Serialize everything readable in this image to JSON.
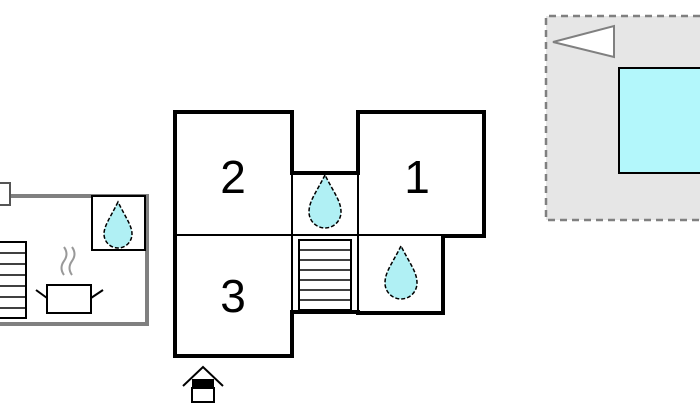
{
  "floorplan": {
    "rooms": [
      {
        "id": "room-1",
        "label": "1"
      },
      {
        "id": "room-2",
        "label": "2"
      },
      {
        "id": "room-3",
        "label": "3"
      }
    ],
    "icons": [
      "water-drop-icon",
      "staircase-icon",
      "kitchen-pot-icon",
      "entrance-icon",
      "pool-icon",
      "pool-arrow-icon"
    ],
    "colors": {
      "wall": "#000000",
      "annex_wall": "#808080",
      "water": "#b0f0f4",
      "pool_water": "#b3f7fb",
      "terrace": "#e6e6e6"
    }
  }
}
